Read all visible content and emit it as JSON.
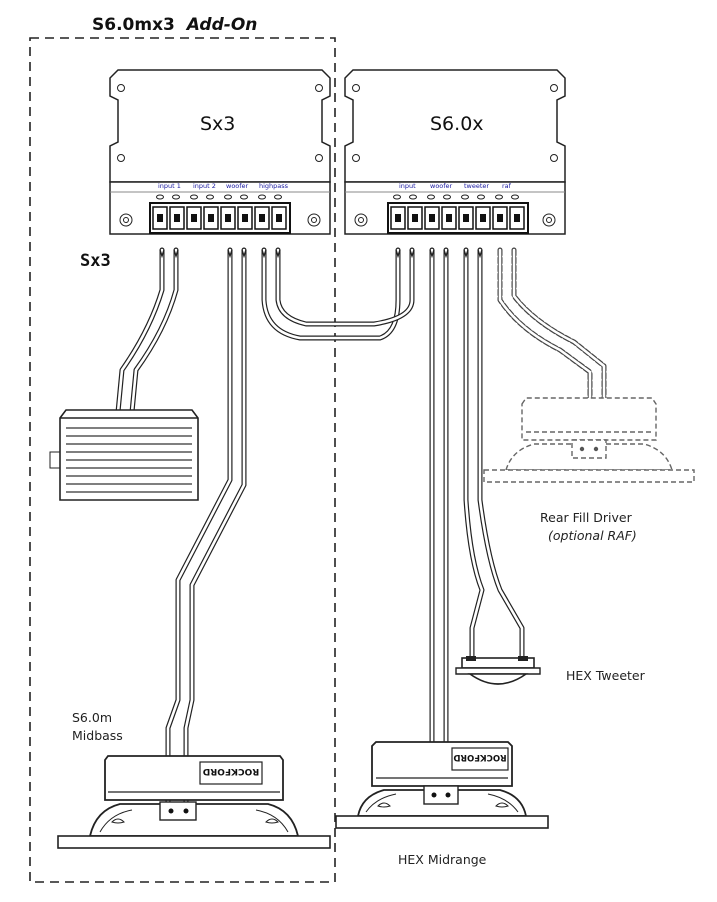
{
  "diagram": {
    "title_main": "S6.0mx3",
    "title_addon": "Add-On",
    "left_label": "Sx3",
    "crossovers": [
      {
        "name": "Sx3",
        "terminals": [
          "input 1",
          "input 2",
          "woofer",
          "highpass"
        ]
      },
      {
        "name": "S6.0x",
        "terminals": [
          "input",
          "woofer",
          "tweeter",
          "raf"
        ]
      }
    ],
    "speakers": {
      "midbass": [
        "S6.0m",
        "Midbass"
      ],
      "midrange": "HEX Midrange",
      "tweeter": "HEX Tweeter",
      "rear_fill": [
        "Rear Fill Driver",
        "(optional RAF)"
      ]
    },
    "brand_text": "ROCKFORD"
  }
}
